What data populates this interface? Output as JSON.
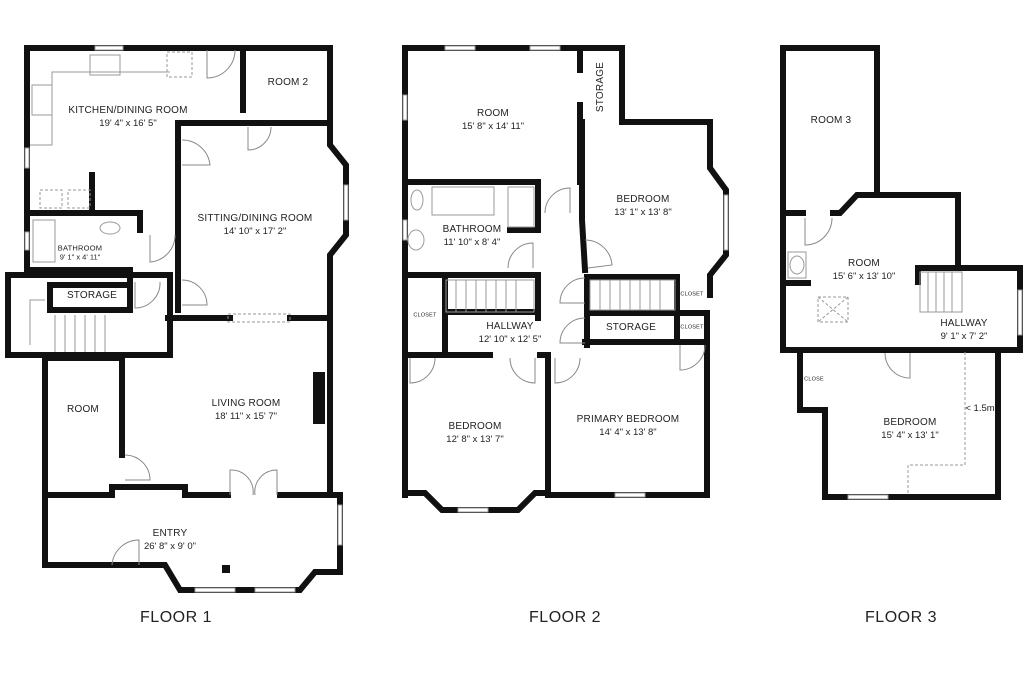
{
  "floors": [
    {
      "label": "FLOOR 1",
      "rooms": [
        {
          "name": "KITCHEN/DINING ROOM",
          "dims": "19' 4\" x 16' 5\""
        },
        {
          "name": "ROOM 2",
          "dims": ""
        },
        {
          "name": "SITTING/DINING ROOM",
          "dims": "14' 10\" x 17' 2\""
        },
        {
          "name": "BATHROOM",
          "dims": "9' 1\" x 4' 11\""
        },
        {
          "name": "STORAGE",
          "dims": ""
        },
        {
          "name": "ROOM",
          "dims": ""
        },
        {
          "name": "LIVING ROOM",
          "dims": "18' 11\" x 15' 7\""
        },
        {
          "name": "ENTRY",
          "dims": "26' 8\" x 9' 0\""
        }
      ]
    },
    {
      "label": "FLOOR 2",
      "rooms": [
        {
          "name": "ROOM",
          "dims": "15' 8\" x 14' 11\""
        },
        {
          "name": "STORAGE",
          "dims": ""
        },
        {
          "name": "BEDROOM",
          "dims": "13' 1\" x 13' 8\""
        },
        {
          "name": "BATHROOM",
          "dims": "11' 10\" x 8' 4\""
        },
        {
          "name": "CLOSET",
          "dims": ""
        },
        {
          "name": "HALLWAY",
          "dims": "12' 10\" x 12' 5\""
        },
        {
          "name": "STORAGE",
          "dims": ""
        },
        {
          "name": "CLOSET",
          "dims": ""
        },
        {
          "name": "CLOSET",
          "dims": ""
        },
        {
          "name": "BEDROOM",
          "dims": "12' 8\" x 13' 7\""
        },
        {
          "name": "PRIMARY BEDROOM",
          "dims": "14' 4\" x 13' 8\""
        }
      ]
    },
    {
      "label": "FLOOR 3",
      "rooms": [
        {
          "name": "ROOM 3",
          "dims": ""
        },
        {
          "name": "ROOM",
          "dims": "15' 6\" x 13' 10\""
        },
        {
          "name": "HALLWAY",
          "dims": "9' 1\" x 7' 2\""
        },
        {
          "name": "CLOSE",
          "dims": ""
        },
        {
          "name": "BEDROOM",
          "dims": "15' 4\" x 13' 1\""
        }
      ],
      "annotation": "< 1.5m"
    }
  ]
}
